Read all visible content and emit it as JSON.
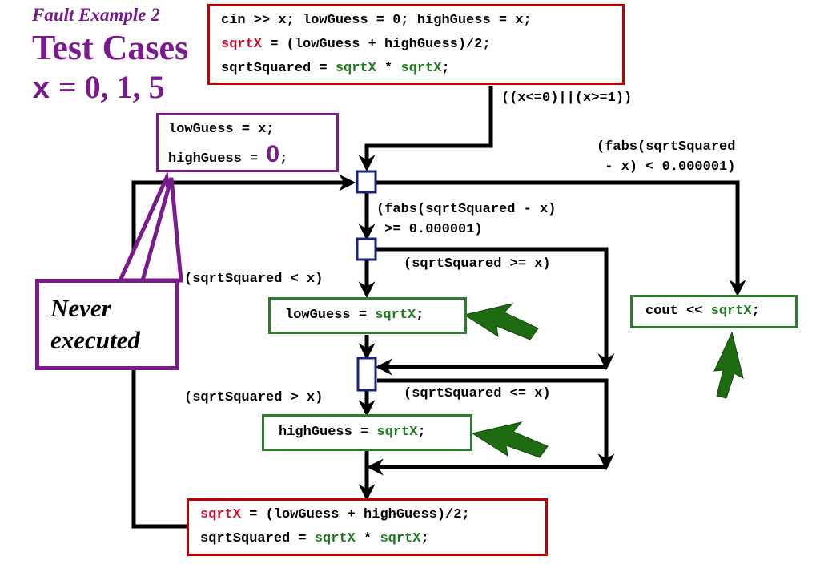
{
  "header": {
    "subtitle": "Fault Example 2",
    "title": "Test Cases",
    "cases_var": "x",
    "cases_vals": " = 0, 1, 5"
  },
  "boxes": {
    "init": {
      "line1": "cin >> x; lowGuess = 0; highGuess = x;",
      "line2_var": "sqrtX",
      "line2_rest": " = (lowGuess + highGuess)/2;",
      "line3_a": "sqrtSquared = ",
      "line3_b": "sqrtX",
      "line3_c": " * ",
      "line3_d": "sqrtX",
      "line3_e": ";"
    },
    "fault": {
      "line1": "lowGuess = x;",
      "line2_a": "highGuess = ",
      "line2_b": "0",
      "line2_c": ";"
    },
    "low": {
      "a": "lowGuess = ",
      "b": "sqrtX",
      "c": ";"
    },
    "high": {
      "a": "highGuess = ",
      "b": "sqrtX",
      "c": ";"
    },
    "cout": {
      "a": "cout << ",
      "b": "sqrtX",
      "c": ";"
    },
    "update": {
      "line1_var": "sqrtX",
      "line1_rest": " = (lowGuess + highGuess)/2;",
      "line2_a": "sqrtSquared = ",
      "line2_b": "sqrtX",
      "line2_c": " * ",
      "line2_d": "sqrtX",
      "line2_e": ";"
    }
  },
  "edge_labels": {
    "branch_cond": "((x<=0)||(x>=1))",
    "exit_cond_1": "(fabs(sqrtSquared",
    "exit_cond_2": " - x) < 0.000001)",
    "loop_cond_1": "(fabs(sqrtSquared - x)",
    "loop_cond_2": " >= 0.000001)",
    "lt": "(sqrtSquared < x)",
    "ge": "(sqrtSquared >= x)",
    "gt": "(sqrtSquared > x)",
    "le": "(sqrtSquared <= x)"
  },
  "callout": {
    "line1": "Never",
    "line2": "executed"
  },
  "colors": {
    "purple": "#7a1a8c",
    "red_border": "#c00000",
    "red_text": "#c8102e",
    "green": "#2e7d2e",
    "arrow_green": "#1e6b12",
    "node_border": "#1a237e"
  }
}
